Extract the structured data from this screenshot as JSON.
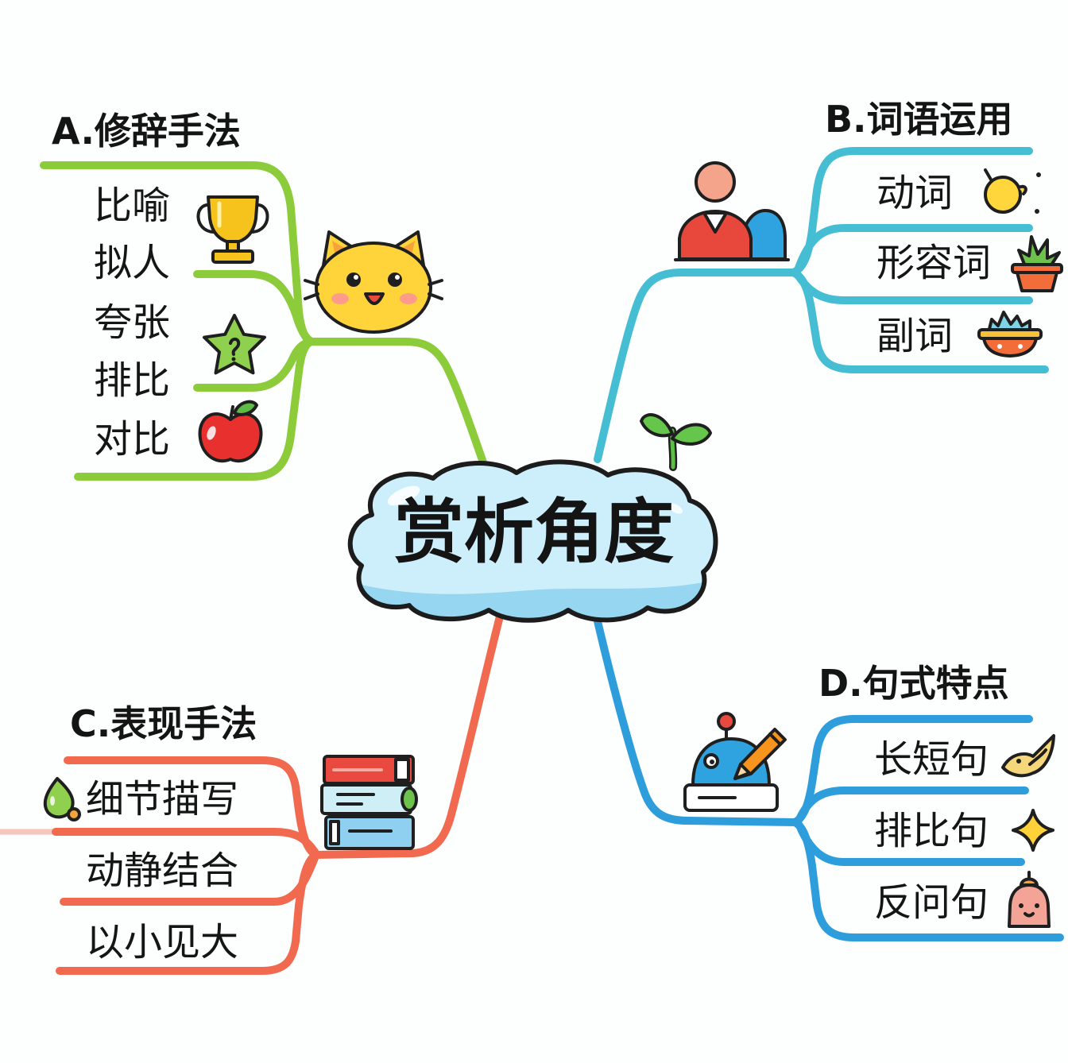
{
  "central": {
    "label": "赏析角度"
  },
  "branches": {
    "a": {
      "title": "A.修辞手法",
      "color": "#8CCB3A",
      "items": [
        "比喻",
        "拟人",
        "夸张",
        "排比",
        "对比"
      ]
    },
    "b": {
      "title": "B.词语运用",
      "color": "#45BDD2",
      "items": [
        "动词",
        "形容词",
        "副词"
      ]
    },
    "c": {
      "title": "C.表现手法",
      "color": "#F16A50",
      "items": [
        "细节描写",
        "动静结合",
        "以小见大"
      ]
    },
    "d": {
      "title": "D.句式特点",
      "color": "#2E9DDB",
      "items": [
        "长短句",
        "排比句",
        "反问句"
      ]
    }
  },
  "icons": {
    "central": [
      "cloud-icon",
      "sprout-icon"
    ],
    "a": [
      "cat-face-icon",
      "trophy-icon",
      "star-leaf-icon",
      "apple-icon"
    ],
    "b": [
      "person-icon",
      "lemon-icon",
      "potted-plant-icon",
      "bowl-icon"
    ],
    "c": [
      "books-icon",
      "green-drop-icon"
    ],
    "d": [
      "pencil-dome-icon",
      "bird-icon",
      "sparkle-icon",
      "jar-icon"
    ]
  }
}
